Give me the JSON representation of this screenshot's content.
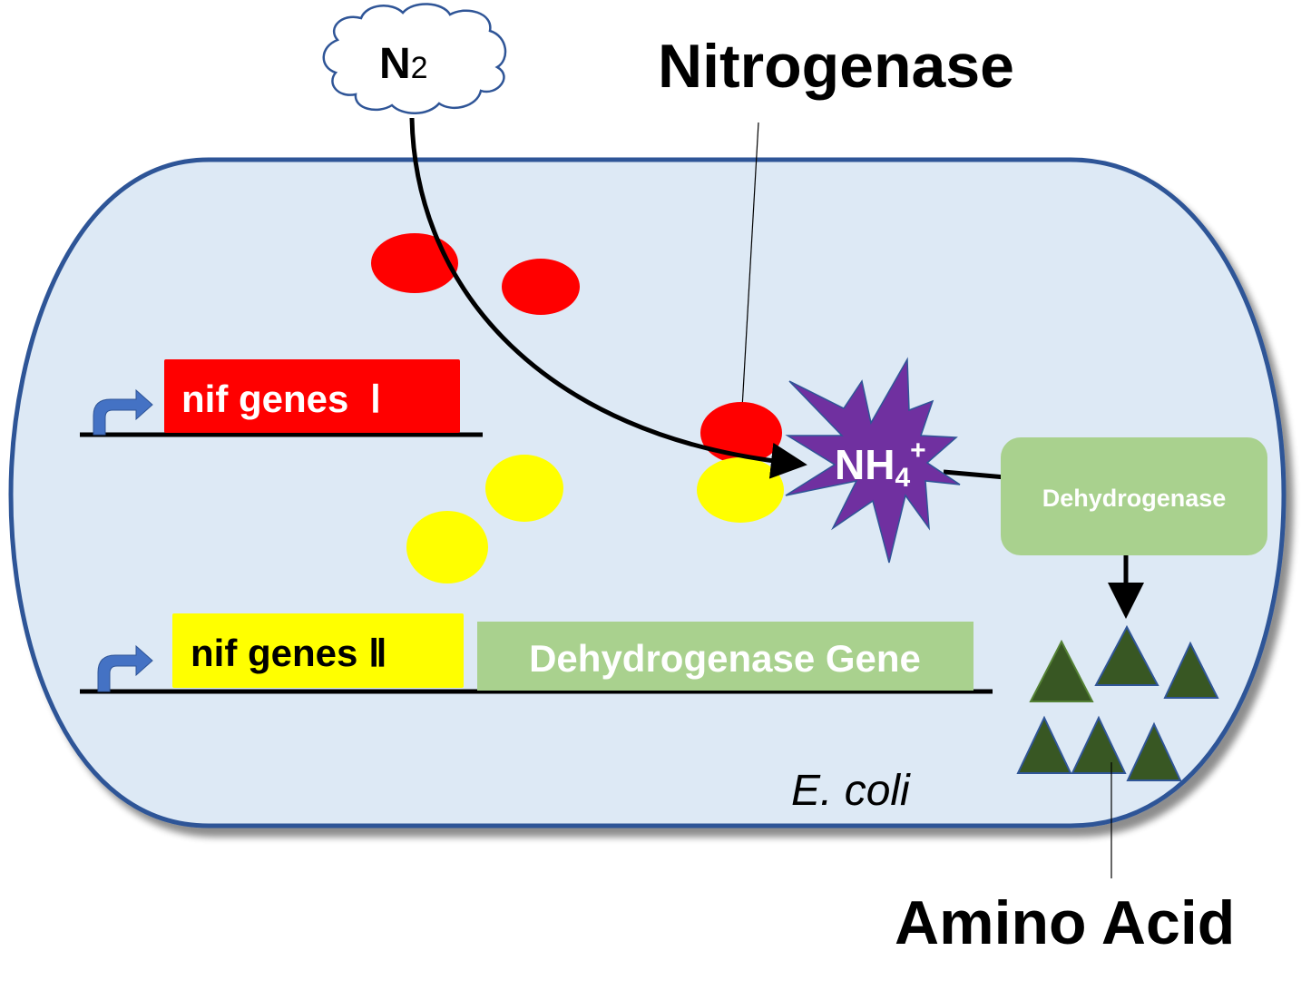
{
  "diagram": {
    "title": "Nitrogenase",
    "cloud_label_main": "N",
    "cloud_label_sub": "2",
    "ammonium_main": "NH",
    "ammonium_sub": "4",
    "ammonium_sup": "+",
    "enzyme_box_label": "Dehydrogenase",
    "gene_1_label": "nif genes  Ⅰ",
    "gene_2_label": "nif genes Ⅱ",
    "gene_3_label": "Dehydrogenase Gene",
    "organism_label": "E. coli",
    "product_label": "Amino Acid",
    "colors": {
      "cell_fill": "#dde9f5",
      "cell_border": "#2f5597",
      "nif_I": "#ff0000",
      "nif_II": "#ffff00",
      "dehydrogenase": "#a9d18e",
      "ammonium_star": "#7030a0",
      "amino_acid": "#385723",
      "promoter_arrow": "#4472c4"
    }
  }
}
